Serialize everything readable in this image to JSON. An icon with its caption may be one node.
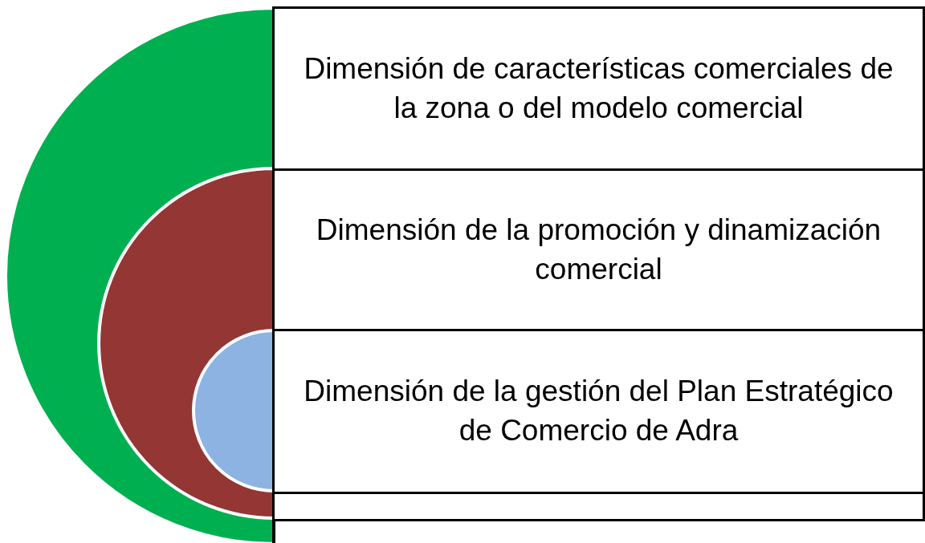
{
  "diagram": {
    "nodes": [
      {
        "text": [
          "Dimensión de características comerciales de la zona o del modelo comercial"
        ]
      },
      {
        "text": [
          "Dimensión de la promoción y dinamización comercial"
        ]
      },
      {
        "text": [
          "Dimensión de la gestión del Plan Estratégico de Comercio de Adra"
        ]
      },
      {
        "text": [],
        "shape": "box"
      }
    ]
  }
}
